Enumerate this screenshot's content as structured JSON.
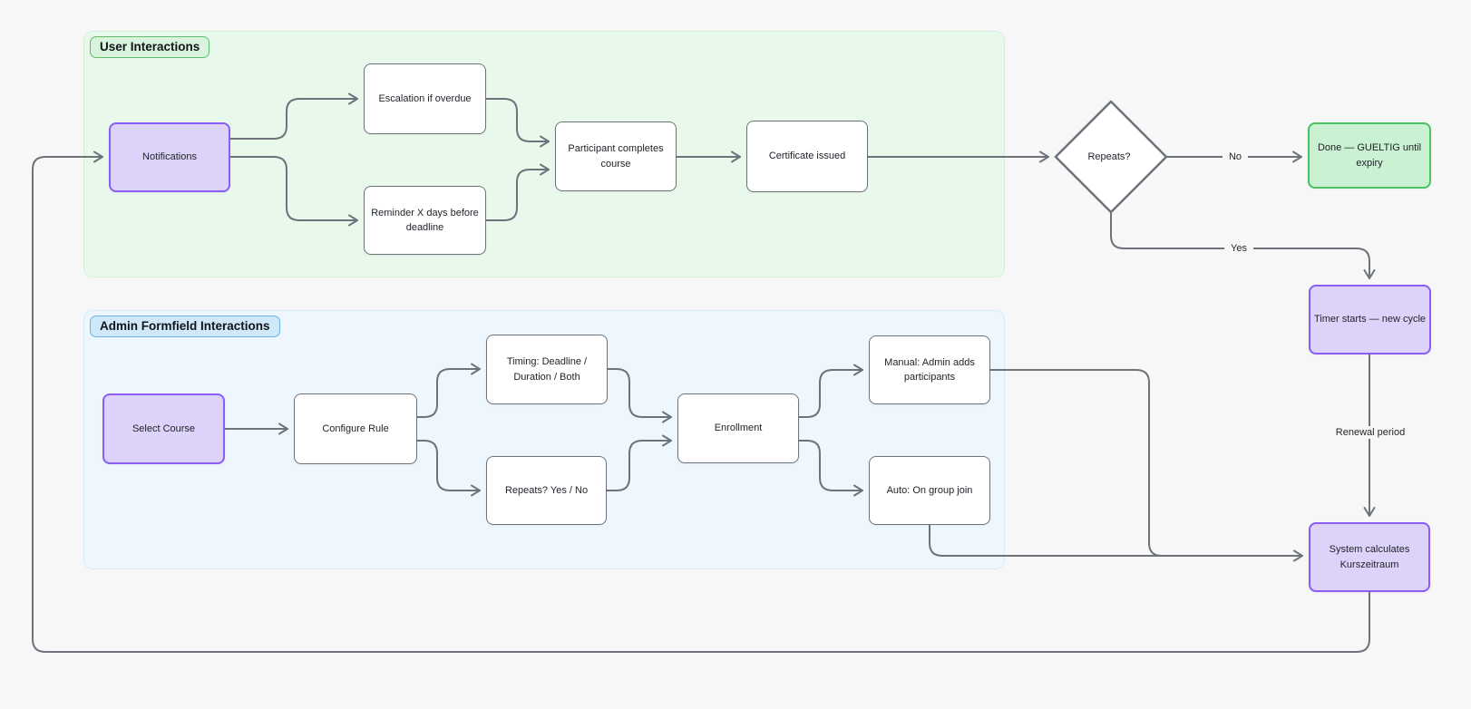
{
  "diagram": {
    "groups": {
      "user_interactions": {
        "label": "User Interactions"
      },
      "admin_formfield": {
        "label": "Admin Formfield Interactions"
      }
    },
    "nodes": {
      "notifications": {
        "label": "Notifications",
        "style": "purple"
      },
      "escalation": {
        "label": "Escalation if overdue",
        "style": "white"
      },
      "reminder": {
        "label": "Reminder X days before deadline",
        "style": "white"
      },
      "participant": {
        "label": "Participant completes course",
        "style": "white"
      },
      "certificate": {
        "label": "Certificate issued",
        "style": "white"
      },
      "repeats_decision": {
        "label": "Repeats?",
        "style": "diamond"
      },
      "done": {
        "label": "Done — GUELTIG until expiry",
        "style": "green"
      },
      "timer": {
        "label": "Timer starts — new cycle",
        "style": "purple"
      },
      "select_course": {
        "label": "Select Course",
        "style": "purple"
      },
      "configure_rule": {
        "label": "Configure Rule",
        "style": "white"
      },
      "timing": {
        "label": "Timing: Deadline / Duration / Both",
        "style": "white"
      },
      "repeats_yes_no": {
        "label": "Repeats? Yes / No",
        "style": "white"
      },
      "enrollment": {
        "label": "Enrollment",
        "style": "white"
      },
      "manual_add": {
        "label": "Manual: Admin adds participants",
        "style": "white"
      },
      "auto_join": {
        "label": "Auto: On group join",
        "style": "white"
      },
      "system_calculates": {
        "label": "System calculates Kurszeitraum",
        "style": "purple"
      }
    },
    "edge_labels": {
      "no": "No",
      "yes": "Yes",
      "renewal": "Renewal period"
    },
    "colors": {
      "canvas_bg": "#f7f7f8",
      "edge": "#6e737b",
      "node_border_gray": "#6e737b",
      "purple_fill": "#ddd2fa",
      "purple_border": "#8b5cf6",
      "green_fill": "#c9f1d2",
      "green_border": "#4bc162",
      "group_green_bg": "#e8f8eb",
      "group_green_pill_bg": "#d9f4de",
      "group_green_pill_border": "#5fbe6d",
      "group_blue_bg": "#eef7fd",
      "group_blue_pill_bg": "#cfe9fb",
      "group_blue_pill_border": "#6fb0e0"
    }
  }
}
